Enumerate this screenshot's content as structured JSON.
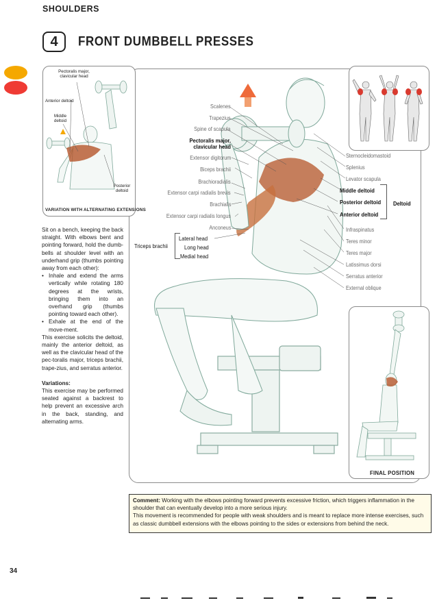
{
  "section": "SHOULDERS",
  "exercise": {
    "number": "4",
    "title": "FRONT DUMBBELL PRESSES"
  },
  "variation_figure": {
    "labels": {
      "pectoralis": "Pectoralis major, clavicular head",
      "anterior": "Anterior deltoid",
      "middle": "Middle deltoid",
      "posterior": "Posterior deltoid"
    },
    "caption": "VARIATION WITH ALTERNATING EXTENSIONS"
  },
  "final_caption": "FINAL POSITION",
  "muscles_left": {
    "scalenes": "Scalenes",
    "trapezius": "Trapezius",
    "spine_scapula": "Spine of scapula",
    "pectoralis": "Pectoralis major, clavicular head",
    "ext_digitorum": "Extensor digitorum",
    "biceps": "Biceps brachii",
    "brachioradialis": "Brachioradialis",
    "ecrb": "Extensor carpi radialis brevis",
    "brachialis": "Brachialis",
    "ecrl": "Extensor carpi radialis longus",
    "anconeus": "Anconeus",
    "triceps": "Triceps brachii",
    "lateral_head": "Lateral head",
    "long_head": "Long head",
    "medial_head": "Medial head"
  },
  "muscles_right": {
    "sternocleidomastoid": "Sternocleidomastoid",
    "splenius": "Splenius",
    "levator": "Levator scapula",
    "middle_deltoid": "Middle deltoid",
    "posterior_deltoid": "Posterior deltoid",
    "deltoid": "Deltoid",
    "anterior_deltoid": "Anterior deltoid",
    "infraspinatus": "Infraspinatus",
    "teres_minor": "Teres minor",
    "teres_major": "Teres major",
    "latissimus": "Latissimus dorsi",
    "serratus": "Serratus anterior",
    "external_oblique": "External oblique"
  },
  "instructions": {
    "intro": "Sit on a bench, keeping the back straight. With elbows bent and pointing forward, hold the dumb-bells at shoulder level with an underhand grip (thumbs pointing away from each other):",
    "steps": [
      "Inhale and extend the arms vertically while rotating 180 degrees at the wrists, bringing them into an overhand grip (thumbs pointing toward each other).",
      "Exhale at the end of the move-ment."
    ],
    "solicit": "This exercise solicits the deltoid, mainly the anterior deltoid, as well as the clavicular head of the pec-toralis major, triceps brachii, trape-zius, and serratus anterior.",
    "variations_heading": "Variations:",
    "variations_text": "This exercise may be performed seated against a backrest to help prevent an excessive arch in the back, standing, and alternating arms."
  },
  "comment": {
    "label": "Comment:",
    "text1": " Working with the elbows pointing forward prevents excessive friction, which triggers inflammation in the shoulder that can eventually develop into a more serious injury.",
    "text2": "This movement is recommended for people with weak shoulders and is meant to replace more intense exercises, such as classic dumbbell extensions with the elbows pointing to the sides or extensions from behind the neck."
  },
  "page_number": "34",
  "colors": {
    "orange": "#f5a800",
    "red": "#ef3b34",
    "muscle": "#b5552a",
    "sketch": "#7fa89a"
  }
}
